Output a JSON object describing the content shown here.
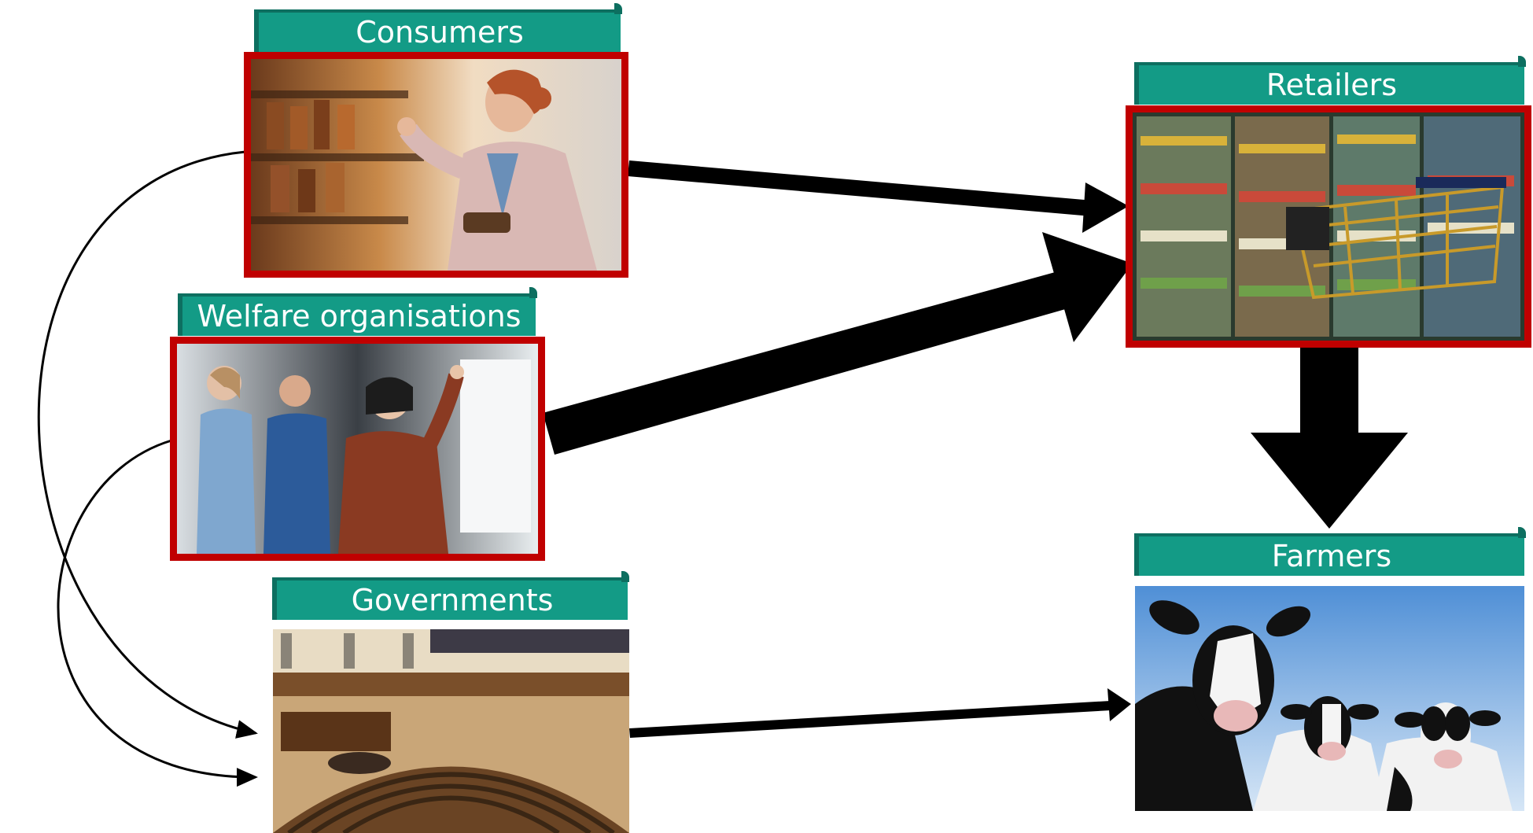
{
  "nodes": {
    "consumers": {
      "label": "Consumers"
    },
    "welfare": {
      "label": "Welfare organisations"
    },
    "governments": {
      "label": "Governments"
    },
    "retailers": {
      "label": "Retailers"
    },
    "farmers": {
      "label": "Farmers"
    }
  },
  "edges": [
    {
      "from": "Consumers",
      "to": "Retailers"
    },
    {
      "from": "Welfare organisations",
      "to": "Retailers"
    },
    {
      "from": "Retailers",
      "to": "Farmers"
    },
    {
      "from": "Governments",
      "to": "Farmers"
    },
    {
      "from": "Consumers",
      "to": "Governments"
    },
    {
      "from": "Welfare organisations",
      "to": "Governments"
    }
  ],
  "colors": {
    "ribbon": "#139b86",
    "frame": "#c00000",
    "arrow": "#000000"
  }
}
